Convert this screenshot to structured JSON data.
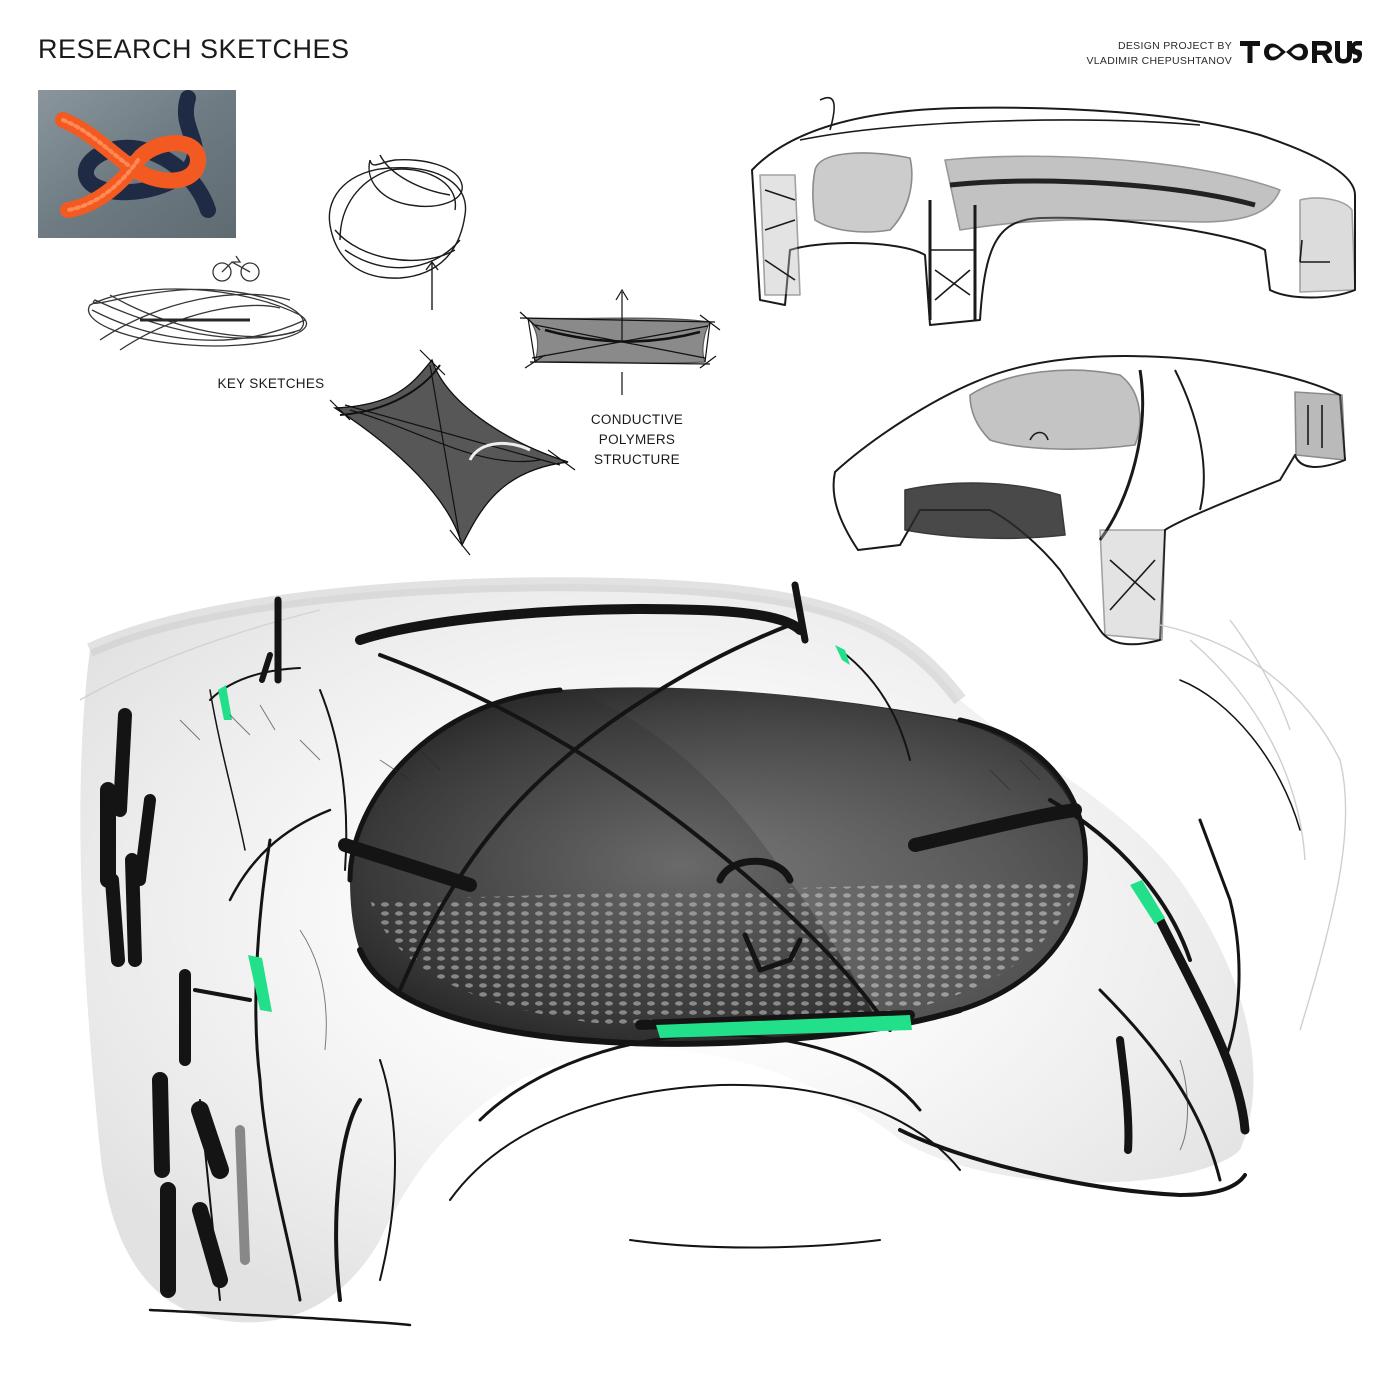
{
  "header": {
    "title": "RESEARCH SKETCHES",
    "credit_line1": "DESIGN PROJECT BY",
    "credit_line2": "VLADIMIR CHEPUSHTANOV",
    "logo_text": "TORUS"
  },
  "labels": {
    "key_sketches": "KEY SKETCHES",
    "conductive_line1": "CONDUCTIVE",
    "conductive_line2": "POLYMERS",
    "conductive_line3": "STRUCTURE"
  },
  "colors": {
    "accent_green": "#22e08a",
    "rope_orange": "#f25a22",
    "rope_navy": "#1f2a44",
    "ink": "#1a1a1a"
  }
}
